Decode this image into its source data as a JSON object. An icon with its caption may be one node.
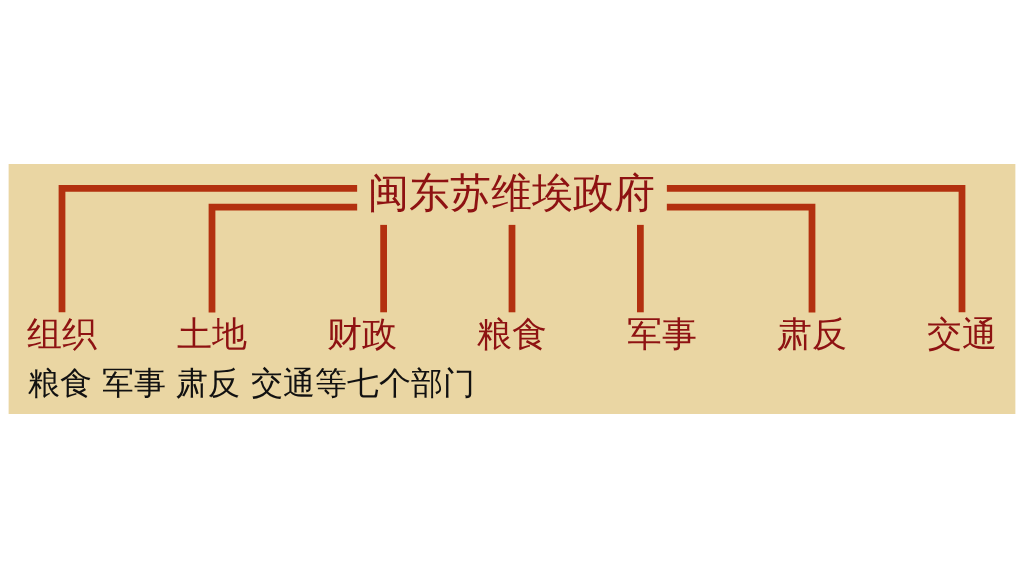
{
  "diagram": {
    "caption": "粮食 军事 肃反 交通等七个部门",
    "nodes": [
      {
        "text": [
          "闽东苏维埃政府"
        ]
      },
      {
        "text": [
          "组织"
        ]
      },
      {
        "text": [
          "土地"
        ]
      },
      {
        "text": [
          "财政"
        ]
      },
      {
        "text": [
          "粮食"
        ]
      },
      {
        "text": [
          "军事"
        ]
      },
      {
        "text": [
          "肃反"
        ]
      },
      {
        "text": [
          "交通"
        ]
      }
    ],
    "edges": [
      {
        "from": 0,
        "to": 1,
        "arrow": "none"
      },
      {
        "from": 0,
        "to": 2,
        "arrow": "none"
      },
      {
        "from": 0,
        "to": 3,
        "arrow": "none"
      },
      {
        "from": 0,
        "to": 4,
        "arrow": "none"
      },
      {
        "from": 0,
        "to": 5,
        "arrow": "none"
      },
      {
        "from": 0,
        "to": 6,
        "arrow": "none"
      },
      {
        "from": 0,
        "to": 7,
        "arrow": "none"
      }
    ]
  }
}
